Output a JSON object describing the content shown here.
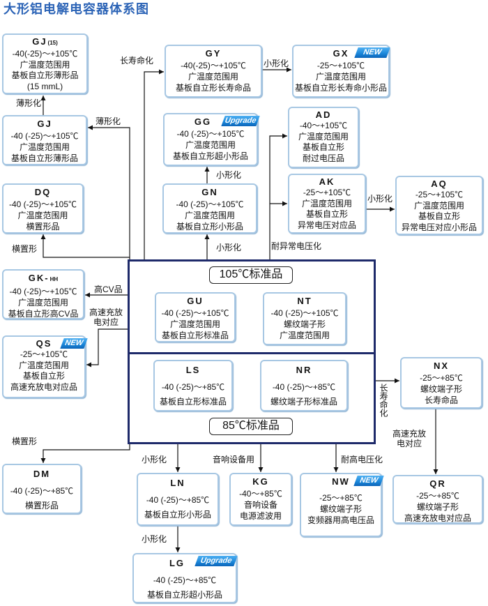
{
  "title": "大形铝电解电容器体系图",
  "colors": {
    "title": "#2b63b6",
    "center_border": "#1e2a6a",
    "box_border": "#a7c7e3",
    "badge": "#1a86d9"
  },
  "badges": {
    "new": "NEW",
    "upgrade": "Upgrade"
  },
  "center": {
    "label_105": "105℃标准品",
    "label_85": "85℃标准品"
  },
  "boxes": {
    "gj15": {
      "code": "GJ",
      "sub": "(15)",
      "lines": [
        "-40(-25)～+105℃",
        "广温度范围用",
        "基板自立形薄形品",
        "(15 mmL)"
      ]
    },
    "gj": {
      "code": "GJ",
      "lines": [
        "-40 (-25)～+105℃",
        "广温度范围用",
        "基板自立形薄形品"
      ]
    },
    "dq": {
      "code": "DQ",
      "lines": [
        "-40 (-25)～+105℃",
        "广温度范围用",
        "横置形品"
      ]
    },
    "gkhh": {
      "code": "GK-",
      "sub": "HH",
      "lines": [
        "-40 (-25)～+105℃",
        "广温度范围用",
        "基板自立形高CV品"
      ]
    },
    "qs": {
      "code": "QS",
      "lines": [
        "-25～+105℃",
        "广温度范围用",
        "基板自立形",
        "高速充放电对应品"
      ]
    },
    "gy": {
      "code": "GY",
      "lines": [
        "-40(-25)～+105℃",
        "广温度范围用",
        "基板自立形长寿命品"
      ]
    },
    "gx": {
      "code": "GX",
      "lines": [
        "-25～+105℃",
        "广温度范围用",
        "基板自立形长寿命小形品"
      ]
    },
    "gg": {
      "code": "GG",
      "lines": [
        "-40 (-25)～+105℃",
        "广温度范围用",
        "基板自立形超小形品"
      ]
    },
    "ad": {
      "code": "AD",
      "lines": [
        "-40～+105℃",
        "广温度范围用",
        "基板自立形",
        "耐过电压品"
      ]
    },
    "gn": {
      "code": "GN",
      "lines": [
        "-40 (-25)～+105℃",
        "广温度范围用",
        "基板自立形小形品"
      ]
    },
    "ak": {
      "code": "AK",
      "lines": [
        "-25～+105℃",
        "广温度范围用",
        "基板自立形",
        "异常电压对应品"
      ]
    },
    "aq": {
      "code": "AQ",
      "lines": [
        "-25～+105℃",
        "广温度范围用",
        "基板自立形",
        "异常电压对应小形品"
      ]
    },
    "gu": {
      "code": "GU",
      "lines": [
        "-40 (-25)～+105℃",
        "广温度范围用",
        "基板自立形标准品"
      ]
    },
    "nt": {
      "code": "NT",
      "lines": [
        "-40 (-25)～+105℃",
        "螺纹端子形",
        "广温度范围用"
      ]
    },
    "ls": {
      "code": "LS",
      "lines": [
        "-40 (-25)～+85℃",
        "基板自立形标准品"
      ]
    },
    "nr": {
      "code": "NR",
      "lines": [
        "-40 (-25)～+85℃",
        "螺纹端子形标准品"
      ]
    },
    "nx": {
      "code": "NX",
      "lines": [
        "-25～+85℃",
        "螺纹端子形",
        "长寿命品"
      ]
    },
    "qr": {
      "code": "QR",
      "lines": [
        "-25～+85℃",
        "螺纹端子形",
        "高速充放电对应品"
      ]
    },
    "dm": {
      "code": "DM",
      "lines": [
        "-40 (-25)～+85℃",
        "横置形品"
      ]
    },
    "ln": {
      "code": "LN",
      "lines": [
        "-40 (-25)～+85℃",
        "基板自立形小形品"
      ]
    },
    "kg": {
      "code": "KG",
      "lines": [
        "-40～+85℃",
        "音响设备",
        "电源滤波用"
      ]
    },
    "nw": {
      "code": "NW",
      "lines": [
        "-25～+85℃",
        "螺纹端子形",
        "变频器用高电压品"
      ]
    },
    "lg": {
      "code": "LG",
      "lines": [
        "-40 (-25)～+85℃",
        "基板自立形超小形品"
      ]
    }
  },
  "connectors": {
    "gj_to_gj15": "薄形化",
    "to_gj": "薄形化",
    "to_gy": "长寿命化",
    "gy_to_gx": "小形化",
    "gn_to_gg": "小形化",
    "to_gn": "小形化",
    "to_ad_ak": "耐异常电压化",
    "ak_to_aq": "小形化",
    "to_dq": "横置形",
    "to_gkhh": "高CV品",
    "to_qs": [
      "高速充放",
      "电对应"
    ],
    "to_nx": "长寿命化",
    "nx_to_qr": [
      "高速充放",
      "电对应"
    ],
    "to_dm": "横置形",
    "to_ln": "小形化",
    "to_kg": "音响设备用",
    "to_nw": "耐高电压化",
    "ln_to_lg": "小形化"
  }
}
